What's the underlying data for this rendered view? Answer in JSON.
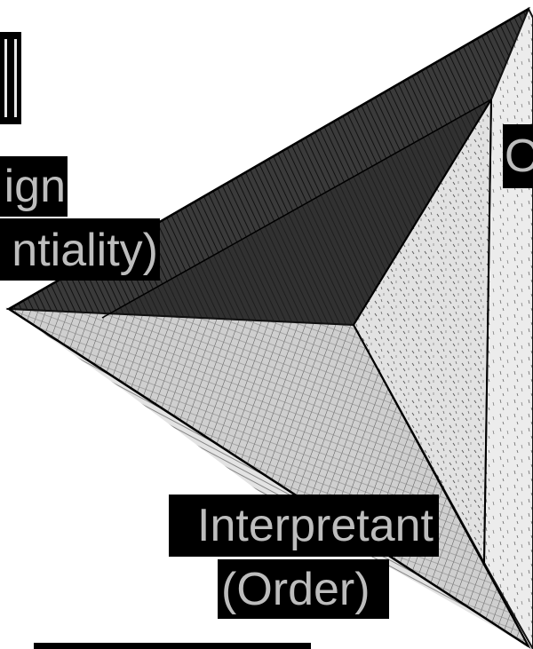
{
  "diagram": {
    "labels": {
      "sign": "ign",
      "sign_potentiality": "ntiality)",
      "object": "O",
      "interpretant": "Interpretant",
      "interpretant_order": "(Order)"
    }
  }
}
